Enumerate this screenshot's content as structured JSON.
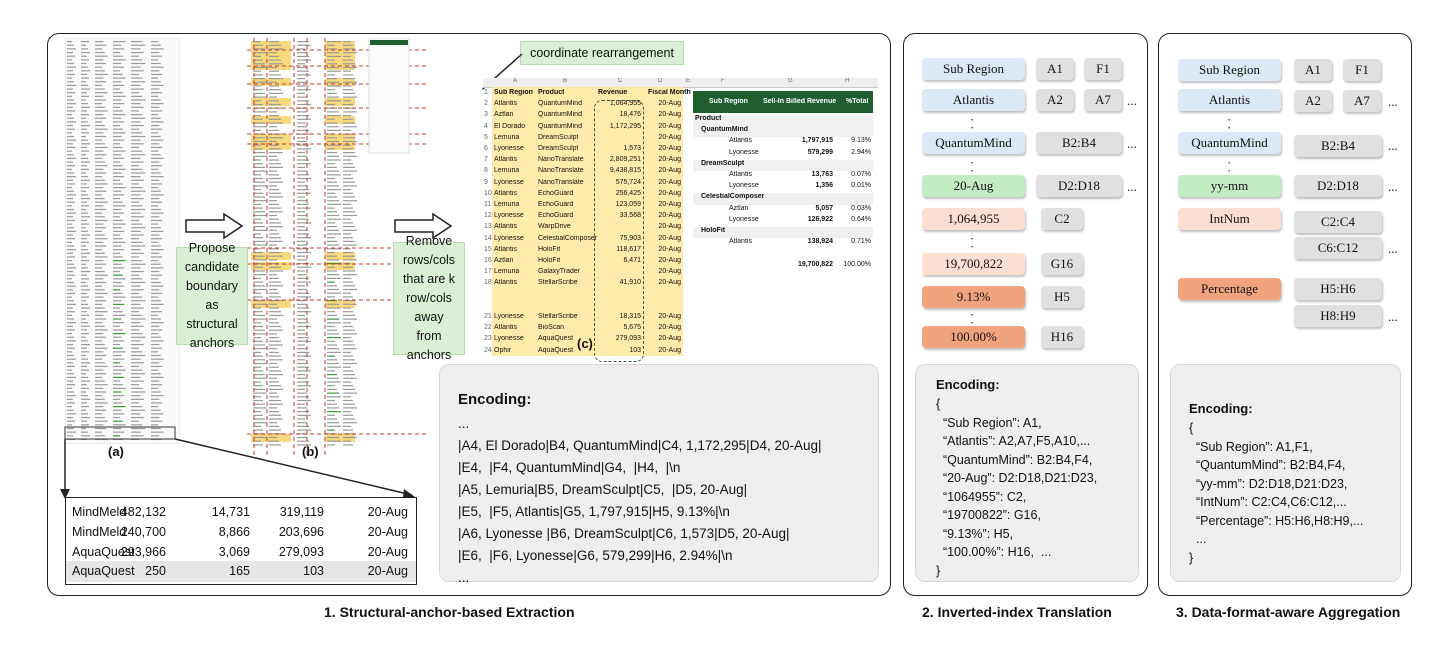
{
  "captions": {
    "section1": "1. Structural-anchor-based Extraction",
    "section2": "2. Inverted-index Translation",
    "section3": "3. Data-format-aware Aggregation",
    "label_a": "(a)",
    "label_b": "(b)",
    "label_c": "(c)"
  },
  "boxes": {
    "propose": "Propose\ncandidate\nboundary\nas\nstructural\nanchors",
    "remove": "Remove\nrows/cols\nthat are k\nrow/cols\naway\nfrom\nanchors",
    "coord": "coordinate rearrangement"
  },
  "zoom_table": {
    "rows": [
      [
        "MindMeld",
        "482,132",
        "14,731",
        "319,119",
        "20-Aug"
      ],
      [
        "MindMeld",
        "240,700",
        "8,866",
        "203,696",
        "20-Aug"
      ],
      [
        "AquaQuest",
        "293,966",
        "3,069",
        "279,093",
        "20-Aug"
      ],
      [
        "AquaQuest",
        "250",
        "165",
        "103",
        "20-Aug"
      ]
    ]
  },
  "sheet_c": {
    "col_letters": [
      "A",
      "B",
      "C",
      "D",
      "E",
      "F",
      "G",
      "H"
    ],
    "header": [
      "Sub Region",
      "Product",
      "Revenue",
      "Fiscal Month"
    ],
    "rows": [
      [
        "2",
        "Atlantis",
        "QuantumMind",
        "1,064,955",
        "20-Aug"
      ],
      [
        "3",
        "Aztlan",
        "QuantumMind",
        "18,476",
        "20-Aug"
      ],
      [
        "4",
        "El Dorado",
        "QuantumMind",
        "1,172,295",
        "20-Aug"
      ],
      [
        "5",
        "Lemuria",
        "DreamSculpt",
        "",
        "20-Aug"
      ],
      [
        "6",
        "Lyonesse",
        "DreamSculpt",
        "1,573",
        "20-Aug"
      ],
      [
        "7",
        "Atlantis",
        "NanoTranslate",
        "2,809,251",
        "20-Aug"
      ],
      [
        "8",
        "Lemuria",
        "NanoTranslate",
        "9,438,815",
        "20-Aug"
      ],
      [
        "9",
        "Lyonesse",
        "NanoTranslate",
        "575,724",
        "20-Aug"
      ],
      [
        "10",
        "Atlantis",
        "EchoGuard",
        "256,425",
        "20-Aug"
      ],
      [
        "11",
        "Lemuria",
        "EchoGuard",
        "123,059",
        "20-Aug"
      ],
      [
        "12",
        "Lyonesse",
        "EchoGuard",
        "33,568",
        "20-Aug"
      ],
      [
        "13",
        "Atlantis",
        "WarpDrive",
        "",
        "20-Aug"
      ],
      [
        "14",
        "Lyonesse",
        "CelestialComposer",
        "75,903",
        "20-Aug"
      ],
      [
        "15",
        "Atlantis",
        "HoloFit",
        "118,617",
        "20-Aug"
      ],
      [
        "16",
        "Aztlan",
        "HoloFit",
        "6,471",
        "20-Aug"
      ],
      [
        "17",
        "Lemuria",
        "GalaxyTrader",
        "",
        "20-Aug"
      ],
      [
        "18",
        "Atlantis",
        "StellarScribe",
        "41,910",
        "20-Aug"
      ],
      [
        "",
        "",
        "",
        "",
        ""
      ],
      [
        "",
        "",
        "",
        "",
        ""
      ],
      [
        "21",
        "Lyonesse",
        "StellarScribe",
        "18,315",
        "20-Aug"
      ],
      [
        "22",
        "Atlantis",
        "BioScan",
        "5,675",
        "20-Aug"
      ],
      [
        "23",
        "Lyonesse",
        "AquaQuest",
        "279,093",
        "20-Aug"
      ],
      [
        "24",
        "Ophir",
        "AquaQuest",
        "103",
        "20-Aug"
      ]
    ],
    "pivot_header": [
      "Sub Region",
      "Sell-In Billed Revenue",
      "%Total"
    ],
    "pivot_rows": [
      [
        "Product",
        "",
        ""
      ],
      [
        "QuantumMind",
        "",
        ""
      ],
      [
        "Atlantis",
        "1,797,915",
        "9.13%"
      ],
      [
        "Lyonesse",
        "579,299",
        "2.94%"
      ],
      [
        "DreamSculpt",
        "",
        ""
      ],
      [
        "Atlantis",
        "13,763",
        "0.07%"
      ],
      [
        "Lyonesse",
        "1,356",
        "0.01%"
      ],
      [
        "CelestialComposer",
        "",
        ""
      ],
      [
        "Aztlan",
        "5,057",
        "0.03%"
      ],
      [
        "Lyonesse",
        "126,922",
        "0.64%"
      ],
      [
        "HoloFit",
        "",
        ""
      ],
      [
        "Atlantis",
        "138,924",
        "0.71%"
      ],
      [
        "",
        "",
        ""
      ],
      [
        "",
        "19,700,822",
        "100.00%"
      ]
    ]
  },
  "encoding1": {
    "title": "Encoding:",
    "lines": [
      "...",
      "|A4, El Dorado|B4, QuantumMind|C4, 1,172,295|D4, 20-Aug|",
      "|E4,  |F4, QuantumMind|G4,  |H4,  |\\n",
      "|A5, Lemuria|B5, DreamSculpt|C5,  |D5, 20-Aug|",
      "|E5,  |F5, Atlantis|G5, 1,797,915|H5, 9.13%|\\n",
      "|A6, Lyonesse |B6, DreamSculpt|C6, 1,573|D5, 20-Aug|",
      "|E6,  |F6, Lyonesse|G6, 579,299|H6, 2.94%|\\n",
      "..."
    ]
  },
  "section2_chips": {
    "sub_region": "Sub Region",
    "a1": "A1",
    "f1": "F1",
    "atlantis": "Atlantis",
    "a2": "A2",
    "a7": "A7",
    "quantummind": "QuantumMind",
    "b2b4": "B2:B4",
    "aug": "20-Aug",
    "d2d18": "D2:D18",
    "num1": "1,064,955",
    "c2": "C2",
    "num2": "19,700,822",
    "g16": "G16",
    "pct1": "9.13%",
    "h5": "H5",
    "pct2": "100.00%",
    "h16": "H16",
    "ellipsis": "..."
  },
  "encoding2": {
    "title": "Encoding:",
    "lines": [
      "{",
      "  “Sub Region”: A1,",
      "  “Atlantis”: A2,A7,F5,A10,...",
      "  “QuantumMind”: B2:B4,F4,",
      "  “20-Aug”: D2:D18,D21:D23,",
      "  “1064955”: C2,",
      "  “19700822”: G16,",
      "  “9.13%”: H5,",
      "  “100.00%”: H16,  ...",
      "}"
    ]
  },
  "section3_chips": {
    "sub_region": "Sub Region",
    "a1": "A1",
    "f1": "F1",
    "atlantis": "Atlantis",
    "a2": "A2",
    "a7": "A7",
    "quantummind": "QuantumMind",
    "b2b4": "B2:B4",
    "yymm": "yy-mm",
    "d2d18": "D2:D18",
    "intnum": "IntNum",
    "c2c4": "C2:C4",
    "c6c12": "C6:C12",
    "percentage": "Percentage",
    "h5h6": "H5:H6",
    "h8h9": "H8:H9",
    "ellipsis": "..."
  },
  "encoding3": {
    "title": "Encoding:",
    "lines": [
      "{",
      "  “Sub Region”: A1,F1,",
      "  “QuantumMind”: B2:B4,F4,",
      "  “yy-mm”: D2:D18,D21:D23,",
      "  “IntNum”: C2:C4,C6:C12,...",
      "  “Percentage”: H5:H6,H8:H9,...",
      "  ...",
      "}"
    ]
  }
}
